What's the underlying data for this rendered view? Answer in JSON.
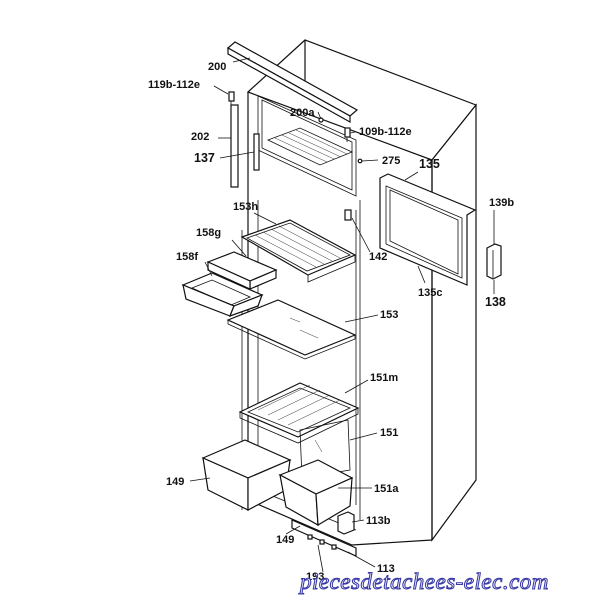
{
  "labels": {
    "l200": "200",
    "l119b": "119b-112e",
    "l200a": "200a",
    "l109b": "109b-112e",
    "l202": "202",
    "l137": "137",
    "l275": "275",
    "l135": "135",
    "l139b": "139b",
    "l153h": "153h",
    "l158g": "158g",
    "l142": "142",
    "l158f": "158f",
    "l138": "138",
    "l135c": "135c",
    "l153": "153",
    "l151m": "151m",
    "l151": "151",
    "l149a": "149",
    "l151a": "151a",
    "l113b": "113b",
    "l149b": "149",
    "l113": "113",
    "l193": "193"
  },
  "watermark": "piecesdetachees-elec.com"
}
